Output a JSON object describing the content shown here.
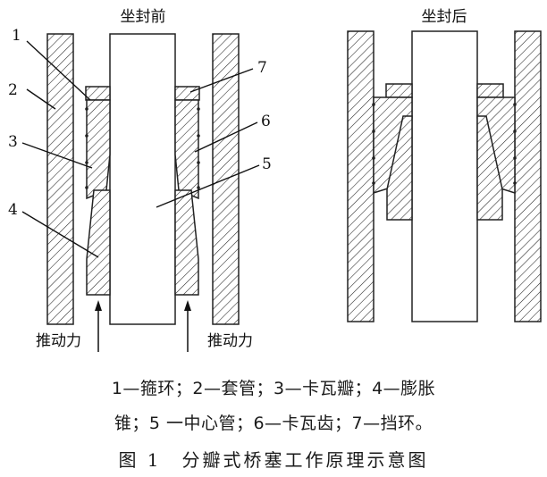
{
  "figure": {
    "title_before": "坐封前",
    "title_after": "坐封后",
    "part_numbers": [
      "1",
      "2",
      "3",
      "4",
      "5",
      "6",
      "7"
    ],
    "force_label_left": "推动力",
    "force_label_right": "推动力"
  },
  "caption": {
    "line1": "1—箍环；2—套管；3—卡瓦瓣；4—膨胀",
    "line2": "锥；5 一中心管；6—卡瓦齿；7—挡环。",
    "figure_title": "图 1　分瓣式桥塞工作原理示意图"
  }
}
